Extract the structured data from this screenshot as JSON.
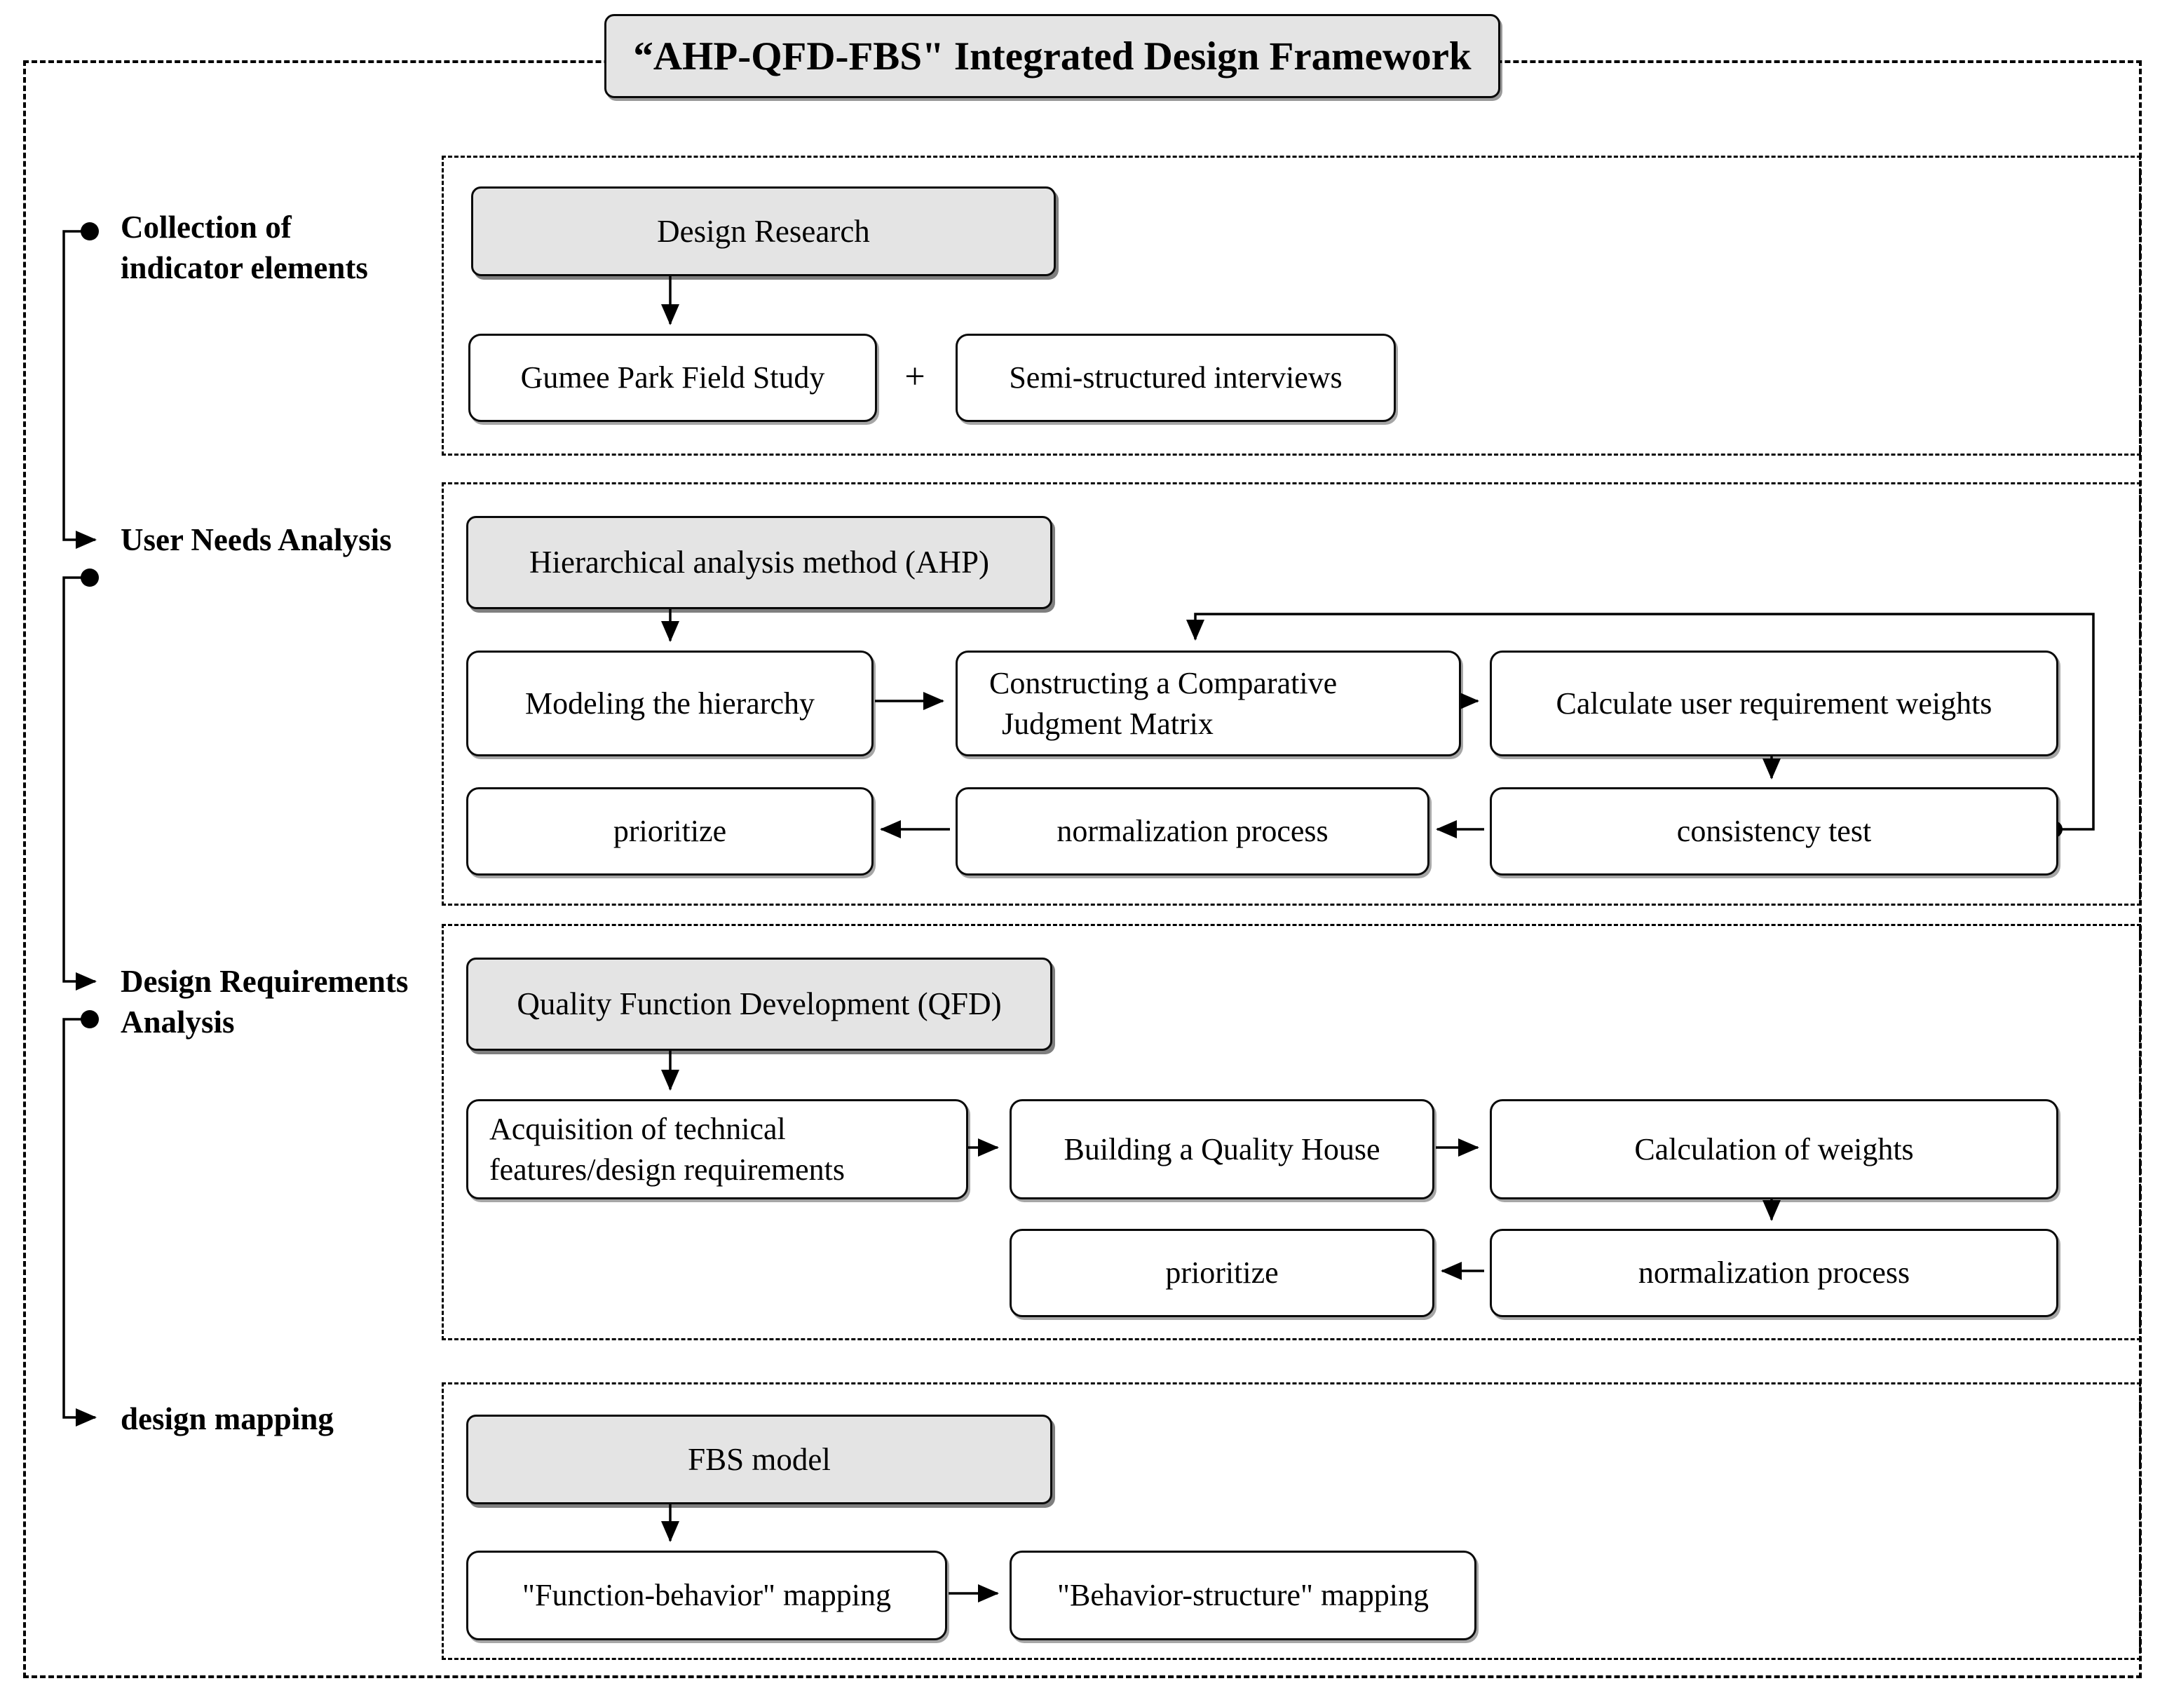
{
  "title": "“AHP-QFD-FBS\" Integrated Design Framework",
  "plus": "+",
  "sidebar": {
    "items": [
      {
        "line1": "Collection of",
        "line2": "indicator elements"
      },
      {
        "line1": "User Needs Analysis",
        "line2": ""
      },
      {
        "line1": "Design Requirements",
        "line2": "Analysis"
      },
      {
        "line1": "design mapping",
        "line2": ""
      }
    ]
  },
  "sections": {
    "research": {
      "header": "Design Research",
      "field_study": "Gumee Park Field Study",
      "interviews": "Semi-structured interviews"
    },
    "ahp": {
      "header": "Hierarchical analysis method (AHP)",
      "modeling": "Modeling the hierarchy",
      "matrix_line1": "Constructing a Comparative",
      "matrix_line2": "Judgment Matrix",
      "calc_weights": "Calculate user requirement weights",
      "consistency": "consistency test",
      "normalization": "normalization process",
      "prioritize": "prioritize"
    },
    "qfd": {
      "header": "Quality Function Development (QFD)",
      "acquisition_line1": "Acquisition of technical",
      "acquisition_line2": "features/design requirements",
      "building": "Building a Quality House",
      "calc_weights": "Calculation of weights",
      "normalization": "normalization process",
      "prioritize": "prioritize"
    },
    "fbs": {
      "header": "FBS model",
      "fb_mapping": "\"Function-behavior\" mapping",
      "bs_mapping": "\"Behavior-structure\" mapping"
    }
  },
  "colors": {
    "header_fill": "#e4e4e4",
    "box_fill": "#ffffff",
    "line": "#000000"
  }
}
